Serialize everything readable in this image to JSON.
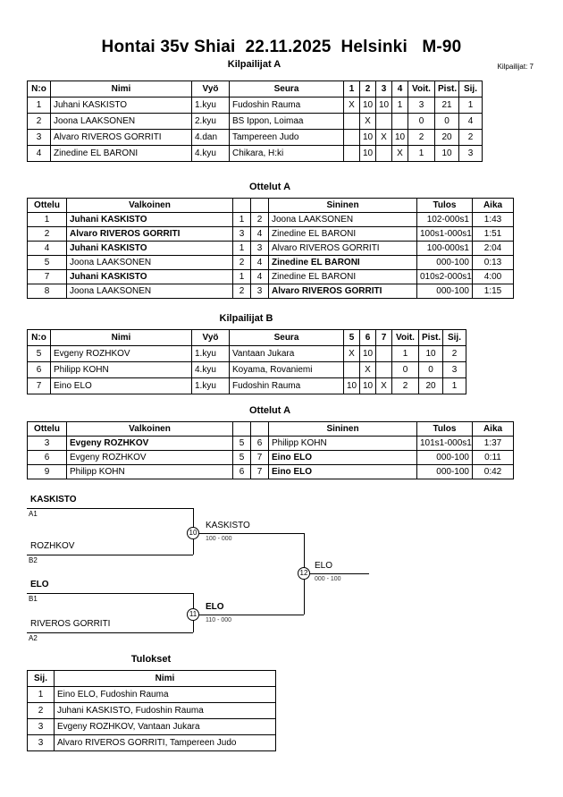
{
  "header": {
    "title": "Hontai 35v Shiai  22.11.2025  Helsinki   M-90",
    "competitors_label": "Kilpailijat: 7"
  },
  "pool_a": {
    "heading": "Kilpailijat A",
    "columns": {
      "no": "N:o",
      "name": "Nimi",
      "belt": "Vyö",
      "club": "Seura",
      "m1": "1",
      "m2": "2",
      "m3": "3",
      "m4": "4",
      "wins": "Voit.",
      "points": "Pist.",
      "place": "Sij."
    },
    "rows": [
      {
        "no": "1",
        "name": "Juhani KASKISTO",
        "belt": "1.kyu",
        "club": "Fudoshin Rauma",
        "m1": "X",
        "m2": "10",
        "m3": "10",
        "m4": "1",
        "wins": "3",
        "points": "21",
        "place": "1"
      },
      {
        "no": "2",
        "name": "Joona LAAKSONEN",
        "belt": "2.kyu",
        "club": "BS Ippon, Loimaa",
        "m1": "",
        "m2": "X",
        "m3": "",
        "m4": "",
        "wins": "0",
        "points": "0",
        "place": "4"
      },
      {
        "no": "3",
        "name": "Alvaro RIVEROS GORRITI",
        "belt": "4.dan",
        "club": "Tampereen Judo",
        "m1": "",
        "m2": "10",
        "m3": "X",
        "m4": "10",
        "wins": "2",
        "points": "20",
        "place": "2"
      },
      {
        "no": "4",
        "name": "Zinedine EL BARONI",
        "belt": "4.kyu",
        "club": "Chikara, H:ki",
        "m1": "",
        "m2": "10",
        "m3": "",
        "m4": "X",
        "wins": "1",
        "points": "10",
        "place": "3"
      }
    ]
  },
  "matches_a": {
    "heading": "Ottelut A",
    "columns": {
      "match": "Ottelu",
      "white": "Valkoinen",
      "blue": "Sininen",
      "result": "Tulos",
      "time": "Aika"
    },
    "rows": [
      {
        "match": "1",
        "white": "Juhani KASKISTO",
        "wn": "1",
        "bn": "2",
        "blue": "Joona LAAKSONEN",
        "result": "102-000s1",
        "time": "1:43",
        "winner": "white"
      },
      {
        "match": "2",
        "white": "Alvaro RIVEROS GORRITI",
        "wn": "3",
        "bn": "4",
        "blue": "Zinedine EL BARONI",
        "result": "100s1-000s1",
        "time": "1:51",
        "winner": "white"
      },
      {
        "match": "4",
        "white": "Juhani KASKISTO",
        "wn": "1",
        "bn": "3",
        "blue": "Alvaro RIVEROS GORRITI",
        "result": "100-000s1",
        "time": "2:04",
        "winner": "white"
      },
      {
        "match": "5",
        "white": "Joona LAAKSONEN",
        "wn": "2",
        "bn": "4",
        "blue": "Zinedine EL BARONI",
        "result": "000-100",
        "time": "0:13",
        "winner": "blue"
      },
      {
        "match": "7",
        "white": "Juhani KASKISTO",
        "wn": "1",
        "bn": "4",
        "blue": "Zinedine EL BARONI",
        "result": "010s2-000s1",
        "time": "4:00",
        "winner": "white"
      },
      {
        "match": "8",
        "white": "Joona LAAKSONEN",
        "wn": "2",
        "bn": "3",
        "blue": "Alvaro RIVEROS GORRITI",
        "result": "000-100",
        "time": "1:15",
        "winner": "blue"
      }
    ]
  },
  "pool_b": {
    "heading": "Kilpailijat B",
    "columns": {
      "no": "N:o",
      "name": "Nimi",
      "belt": "Vyö",
      "club": "Seura",
      "m5": "5",
      "m6": "6",
      "m7": "7",
      "wins": "Voit.",
      "points": "Pist.",
      "place": "Sij."
    },
    "rows": [
      {
        "no": "5",
        "name": "Evgeny ROZHKOV",
        "belt": "1.kyu",
        "club": "Vantaan Jukara",
        "m5": "X",
        "m6": "10",
        "m7": "",
        "wins": "1",
        "points": "10",
        "place": "2"
      },
      {
        "no": "6",
        "name": "Philipp KOHN",
        "belt": "4.kyu",
        "club": "Koyama, Rovaniemi",
        "m5": "",
        "m6": "X",
        "m7": "",
        "wins": "0",
        "points": "0",
        "place": "3"
      },
      {
        "no": "7",
        "name": "Eino ELO",
        "belt": "1.kyu",
        "club": "Fudoshin Rauma",
        "m5": "10",
        "m6": "10",
        "m7": "X",
        "wins": "2",
        "points": "20",
        "place": "1"
      }
    ]
  },
  "matches_b": {
    "heading": "Ottelut A",
    "columns": {
      "match": "Ottelu",
      "white": "Valkoinen",
      "blue": "Sininen",
      "result": "Tulos",
      "time": "Aika"
    },
    "rows": [
      {
        "match": "3",
        "white": "Evgeny ROZHKOV",
        "wn": "5",
        "bn": "6",
        "blue": "Philipp KOHN",
        "result": "101s1-000s1",
        "time": "1:37",
        "winner": "white"
      },
      {
        "match": "6",
        "white": "Evgeny ROZHKOV",
        "wn": "5",
        "bn": "7",
        "blue": "Eino ELO",
        "result": "000-100",
        "time": "0:11",
        "winner": "blue"
      },
      {
        "match": "9",
        "white": "Philipp KOHN",
        "wn": "6",
        "bn": "7",
        "blue": "Eino ELO",
        "result": "000-100",
        "time": "0:42",
        "winner": "blue"
      }
    ]
  },
  "bracket": {
    "slots": [
      {
        "name": "KASKISTO",
        "seed": "A1"
      },
      {
        "name": "ROZHKOV",
        "seed": "B2"
      },
      {
        "name": "ELO",
        "seed": "B1"
      },
      {
        "name": "RIVEROS GORRITI",
        "seed": "A2"
      }
    ],
    "matches": [
      {
        "no": "10",
        "winner": "KASKISTO",
        "score": "100 - 000"
      },
      {
        "no": "11",
        "winner": "ELO",
        "score": "110 - 000"
      },
      {
        "no": "12",
        "winner": "ELO",
        "score": "000 - 100"
      }
    ]
  },
  "results": {
    "heading": "Tulokset",
    "columns": {
      "place": "Sij.",
      "name": "Nimi"
    },
    "rows": [
      {
        "place": "1",
        "name": "Eino ELO, Fudoshin Rauma"
      },
      {
        "place": "2",
        "name": "Juhani KASKISTO, Fudoshin Rauma"
      },
      {
        "place": "3",
        "name": "Evgeny ROZHKOV, Vantaan Jukara"
      },
      {
        "place": "3",
        "name": "Alvaro RIVEROS GORRITI, Tampereen Judo"
      }
    ]
  }
}
